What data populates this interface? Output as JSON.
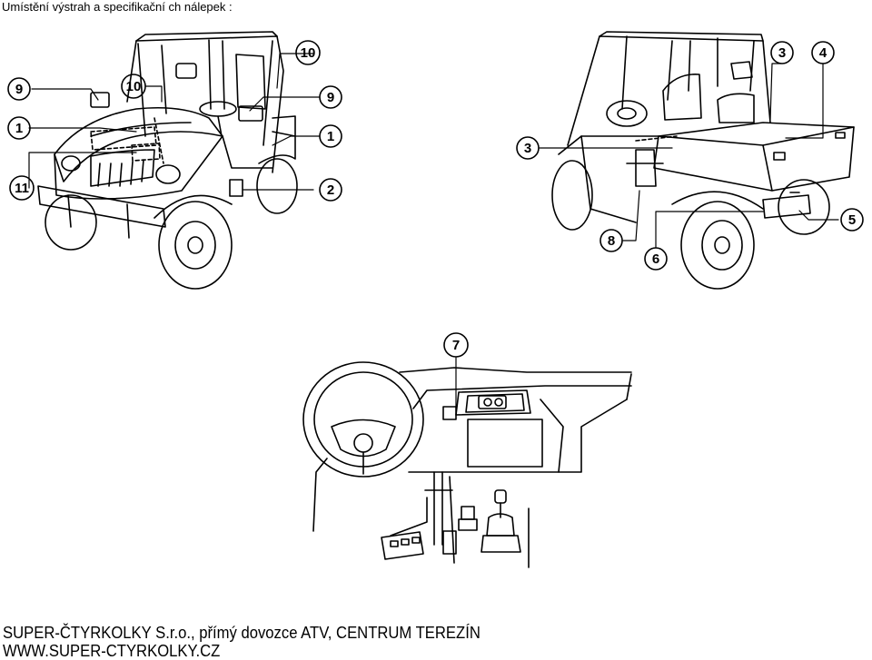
{
  "title": "Umístění výstrah a specifikační ch nálepek :",
  "callouts": {
    "c1a": "1",
    "c1b": "1",
    "c2": "2",
    "c3a": "3",
    "c3b": "3",
    "c4": "4",
    "c5": "5",
    "c6": "6",
    "c7": "7",
    "c8": "8",
    "c9a": "9",
    "c9b": "9",
    "c10a": "10",
    "c10b": "10",
    "c11": "11"
  },
  "footer": {
    "line1": "SUPER-ČTYRKOLKY S.r.o., přímý dovozce ATV, CENTRUM TEREZÍN",
    "line2": "WWW.SUPER-CTYRKOLKY.CZ"
  }
}
